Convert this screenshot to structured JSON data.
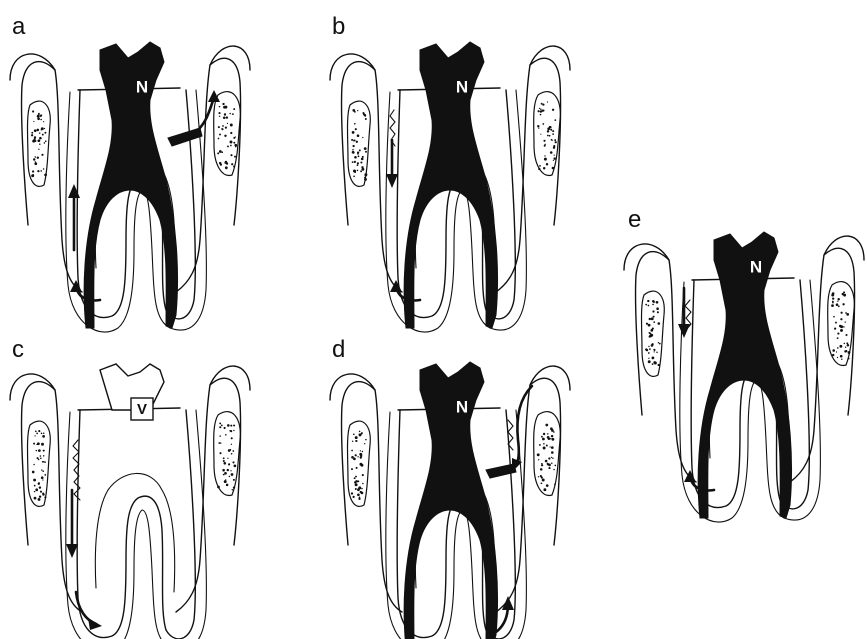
{
  "panels": [
    {
      "letter": "a",
      "pulp_label": "N"
    },
    {
      "letter": "b",
      "pulp_label": "N"
    },
    {
      "letter": "c",
      "pulp_label": "V"
    },
    {
      "letter": "d",
      "pulp_label": "N"
    },
    {
      "letter": "e",
      "pulp_label": "N"
    }
  ],
  "colors": {
    "ink": "#111111",
    "background": "#ffffff"
  }
}
